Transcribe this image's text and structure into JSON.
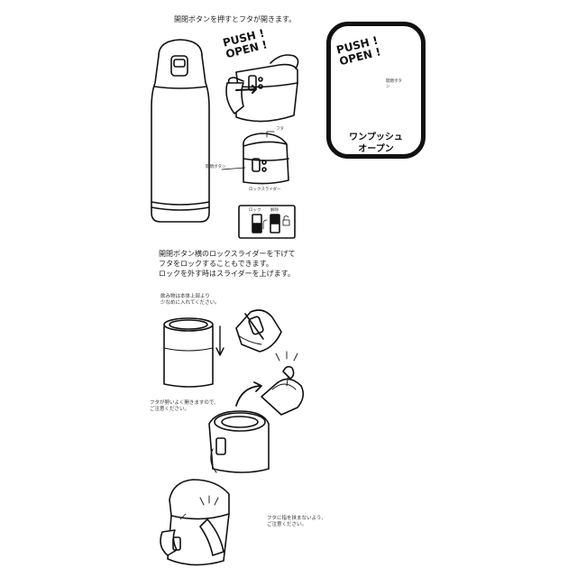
{
  "step1": {
    "caption": "開閉ボタンを押すとフタが開きます。",
    "push_label_line1": "PUSH !",
    "push_label_line2": "OPEN !"
  },
  "callout": {
    "push_label_line1": "PUSH !",
    "push_label_line2": "OPEN !",
    "caption_line1": "ワンプッシュ",
    "caption_line2": "オープン",
    "button_label": "開閉ボタン"
  },
  "detail": {
    "lid_label": "フタ",
    "button_label": "開閉ボタン",
    "slider_label": "ロックスライダー",
    "lock_label": "ロック",
    "release_label": "解除"
  },
  "step2": {
    "line1": "開閉ボタン横のロックスライダーを下げて",
    "line2": "フタをロックすることもできます。",
    "line3": "ロックを外す時はスライダーを上げます。"
  },
  "step3": {
    "line1": "飲み物は本体上部より",
    "line2": "少なめに入れてください。"
  },
  "step4": {
    "line1": "フタが勢いよく開きますので、",
    "line2": "ご注意ください。"
  },
  "step5": {
    "line1": "フタに指を挟まないよう、",
    "line2": "ご注意ください。"
  }
}
